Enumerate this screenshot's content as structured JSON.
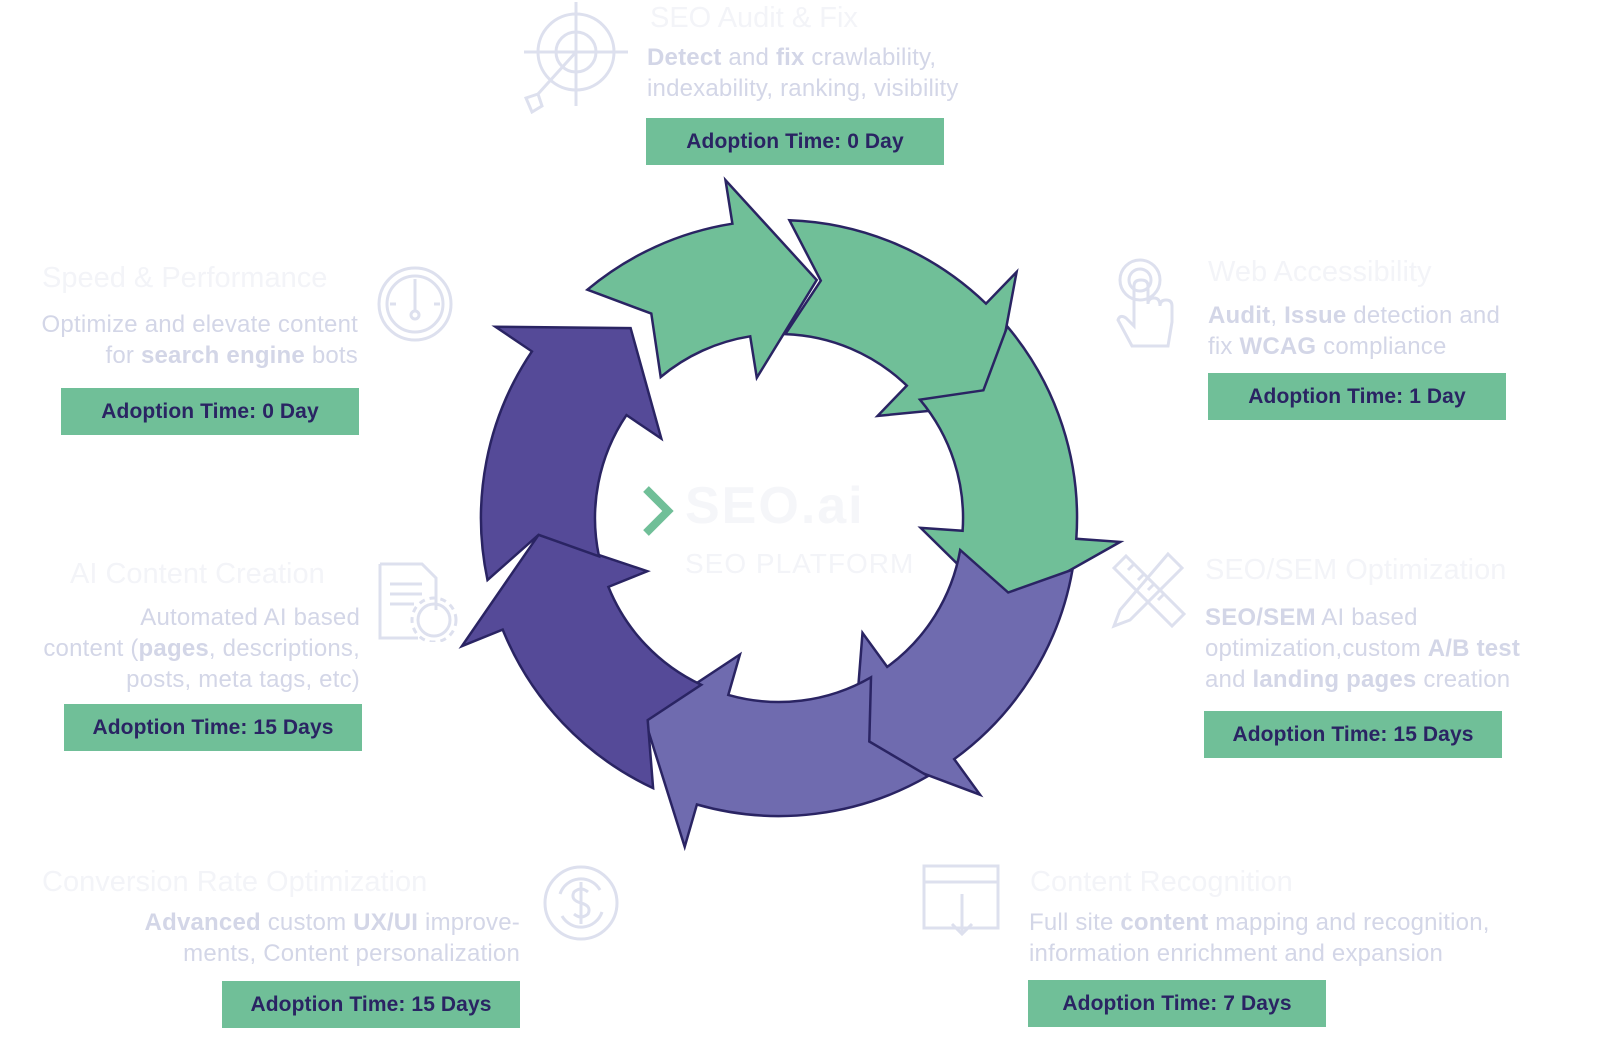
{
  "center": {
    "logo_text": "SEO.ai",
    "logo_sub": "SEO PLATFORM",
    "colors": {
      "green": "#70bf98",
      "purple_dark": "#554a98",
      "purple_light": "#6f6baf",
      "stroke": "#2a2463"
    }
  },
  "items": [
    {
      "id": "seo-audit",
      "icon": "target-arrow-icon",
      "title": "SEO Audit & Fix",
      "desc": [
        [
          {
            "t": "Detect",
            "b": true
          },
          {
            "t": " and ",
            "b": false
          },
          {
            "t": "fix",
            "b": true
          },
          {
            "t": " crawlability,",
            "b": false
          }
        ],
        [
          {
            "t": "indexability, ranking, visibility",
            "b": false
          }
        ]
      ],
      "badge": "Adoption Time: 0 Day"
    },
    {
      "id": "web-accessibility",
      "icon": "touch-hand-icon",
      "title": "Web Accessibility",
      "desc": [
        [
          {
            "t": "Audit",
            "b": true
          },
          {
            "t": ", ",
            "b": false
          },
          {
            "t": "Issue",
            "b": true
          },
          {
            "t": " detection and",
            "b": false
          }
        ],
        [
          {
            "t": "fix ",
            "b": false
          },
          {
            "t": "WCAG",
            "b": true
          },
          {
            "t": " compliance",
            "b": false
          }
        ]
      ],
      "badge": "Adoption Time: 1 Day"
    },
    {
      "id": "seo-sem-optimization",
      "icon": "ruler-pencil-icon",
      "title": "SEO/SEM Optimization",
      "desc": [
        [
          {
            "t": "SEO/SEM",
            "b": true
          },
          {
            "t": " AI based",
            "b": false
          }
        ],
        [
          {
            "t": "optimization,custom ",
            "b": false
          },
          {
            "t": "A/B test",
            "b": true
          }
        ],
        [
          {
            "t": "and ",
            "b": false
          },
          {
            "t": "landing pages",
            "b": true
          },
          {
            "t": " creation",
            "b": false
          }
        ]
      ],
      "badge": "Adoption Time: 15 Days"
    },
    {
      "id": "content-recognition",
      "icon": "browser-download-icon",
      "title": "Content Recognition",
      "desc": [
        [
          {
            "t": "Full site ",
            "b": false
          },
          {
            "t": "content",
            "b": true
          },
          {
            "t": " mapping and recognition,",
            "b": false
          }
        ],
        [
          {
            "t": "information enrichment and expansion",
            "b": false
          }
        ]
      ],
      "badge": "Adoption Time: 7 Days"
    },
    {
      "id": "conversion-rate-optimization",
      "icon": "dollar-refresh-icon",
      "title": "Conversion Rate Optimization",
      "desc": [
        [
          {
            "t": "Advanced",
            "b": true
          },
          {
            "t": " custom ",
            "b": false
          },
          {
            "t": "UX/UI",
            "b": true
          },
          {
            "t": " improve-",
            "b": false
          }
        ],
        [
          {
            "t": "ments, Content personalization",
            "b": false
          }
        ]
      ],
      "badge": "Adoption Time: 15 Days"
    },
    {
      "id": "ai-content-creation",
      "icon": "ai-document-icon",
      "title": "AI Content Creation",
      "desc": [
        [
          {
            "t": "Automated AI based",
            "b": false
          }
        ],
        [
          {
            "t": "content (",
            "b": false
          },
          {
            "t": "pages",
            "b": true
          },
          {
            "t": ", descriptions,",
            "b": false
          }
        ],
        [
          {
            "t": "posts, meta tags, etc)",
            "b": false
          }
        ]
      ],
      "badge": "Adoption Time: 15 Days"
    },
    {
      "id": "speed-performance",
      "icon": "gauge-icon",
      "title": "Speed & Performance",
      "desc": [
        [
          {
            "t": "Optimize and elevate content",
            "b": false
          }
        ],
        [
          {
            "t": "for ",
            "b": false
          },
          {
            "t": "search engine",
            "b": true
          },
          {
            "t": " bots",
            "b": false
          }
        ]
      ],
      "badge": "Adoption Time: 0 Day"
    }
  ]
}
